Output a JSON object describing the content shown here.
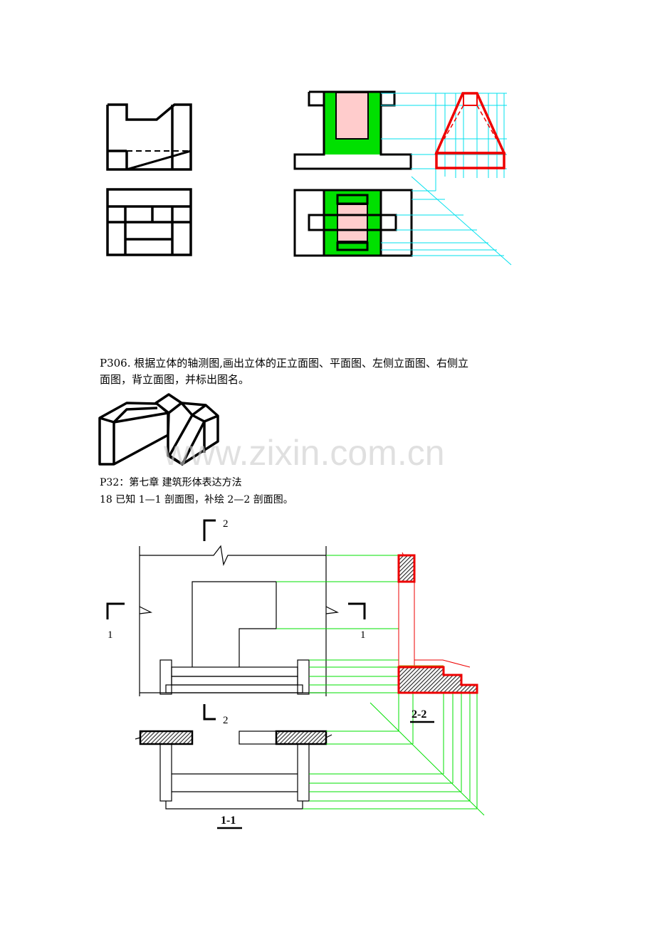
{
  "text": {
    "p306_line1": "P306.  根据立体的轴测图,画出立体的正立面图、平面图、左侧立面图、右侧立",
    "p306_line2": "面图，背立面图，并标出图名。",
    "p32_heading": "P32：第七章  建筑形体表达方法",
    "q18": "18 已知 1—1 剖面图，补绘 2—2 剖面图。",
    "watermark": "www.zixin.com.cn"
  },
  "drawing_labels": {
    "cut_top": "2",
    "cut_bottom": "2",
    "cut_left": "1",
    "cut_right": "1",
    "section_2_2": "2-2",
    "section_1_1": "1-1"
  },
  "colors": {
    "green_fill": "#00e000",
    "pink_fill": "#ffcccc",
    "red_line": "#ee0000",
    "cyan_line": "#00e0ee",
    "green_line": "#00e000",
    "hatch_fill": "#555555"
  }
}
